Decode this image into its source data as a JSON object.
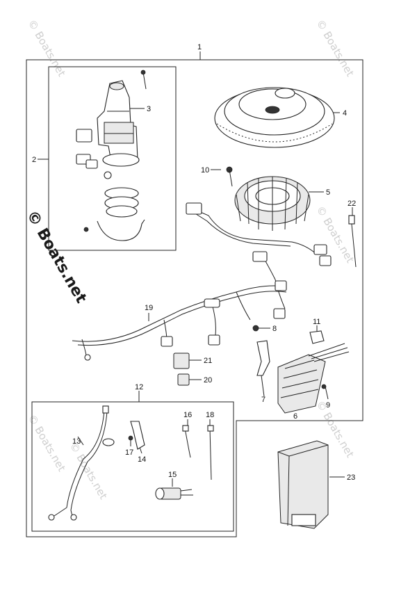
{
  "watermark": {
    "small": "© Boats.net",
    "large": "© Boats.net"
  },
  "callouts": {
    "c1": "1",
    "c2": "2",
    "c3": "3",
    "c4": "4",
    "c5": "5",
    "c6": "6",
    "c7": "7",
    "c8": "8",
    "c9": "9",
    "c10": "10",
    "c11": "11",
    "c12": "12",
    "c13": "13",
    "c14": "14",
    "c15": "15",
    "c16": "16",
    "c17": "17",
    "c18": "18",
    "c19": "19",
    "c20": "20",
    "c21": "21",
    "c22": "22",
    "c23": "23"
  }
}
